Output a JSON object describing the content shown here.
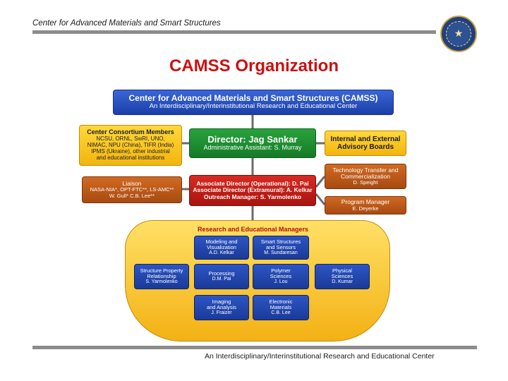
{
  "header": {
    "text": "Center for Advanced Materials and Smart Structures"
  },
  "title": "CAMSS Organization",
  "org": {
    "top": {
      "line1": "Center for Advanced Materials and Smart Structures (CAMSS)",
      "line2": "An Interdisciplinary/Interinstitutional Research and Educational Center"
    },
    "consortium": {
      "heading": "Center Consortium Members",
      "line1": "NCSU, ORNL, SwRI, UNO,",
      "line2": "NIMAC, NPU (China), TIFR (India)",
      "line3": "IPMS (Ukraine), other industrial",
      "line4": "and educational institutions"
    },
    "director": {
      "name": "Director: Jag Sankar",
      "assistant": "Administrative Assistant: S. Murray"
    },
    "advisory": {
      "line1": "Internal and External",
      "line2": "Advisory Boards"
    },
    "liaison": {
      "line1": "Liaison",
      "line2": "NASA-NIA*, OPT-FTC**, LS-AMC**",
      "line3": "W. Gull* C.B. Lee**"
    },
    "associates": {
      "line1": "Associate Director (Operational): D. Pai",
      "line2": "Associate Director (Extramural): A. Kelkar",
      "line3": "Outreach Manager: S. Yarmolenko"
    },
    "tech_transfer": {
      "line1": "Technology Transfer and",
      "line2": "Commercialization",
      "line3": "D. Speight"
    },
    "program": {
      "line1": "Program Manager",
      "line2": "E. Deyerke"
    },
    "research_heading": "Research and Educational Managers",
    "units": [
      {
        "line1": "Modeling and",
        "line2": "Visualization",
        "person": "A.D. Kelkar"
      },
      {
        "line1": "Smart Structures",
        "line2": "and Sensors",
        "person": "M. Sundaresan"
      },
      {
        "line1": "Structure Property",
        "line2": "Relationship",
        "person": "S. Yarmolenko"
      },
      {
        "line1": "Processing",
        "line2": "",
        "person": "D.M. Pai"
      },
      {
        "line1": "Polymer",
        "line2": "Sciences",
        "person": "J. Lou"
      },
      {
        "line1": "Physical",
        "line2": "Sciences",
        "person": "D. Kumar"
      },
      {
        "line1": "Imaging",
        "line2": "and Analysis",
        "person": "J. Fraizer"
      },
      {
        "line1": "Electronic",
        "line2": "Materials",
        "person": "C.B. Lee"
      }
    ]
  },
  "footer": {
    "text": "An Interdisciplinary/Interinstitutional Research and Educational Center"
  },
  "colors": {
    "title": "#cc1010",
    "blue": "#1a3fa8",
    "green": "#157a26",
    "yellow": "#f2b50e",
    "red": "#a9140f",
    "orange": "#a84a12"
  },
  "icons": {
    "seal": "university-seal-icon"
  }
}
